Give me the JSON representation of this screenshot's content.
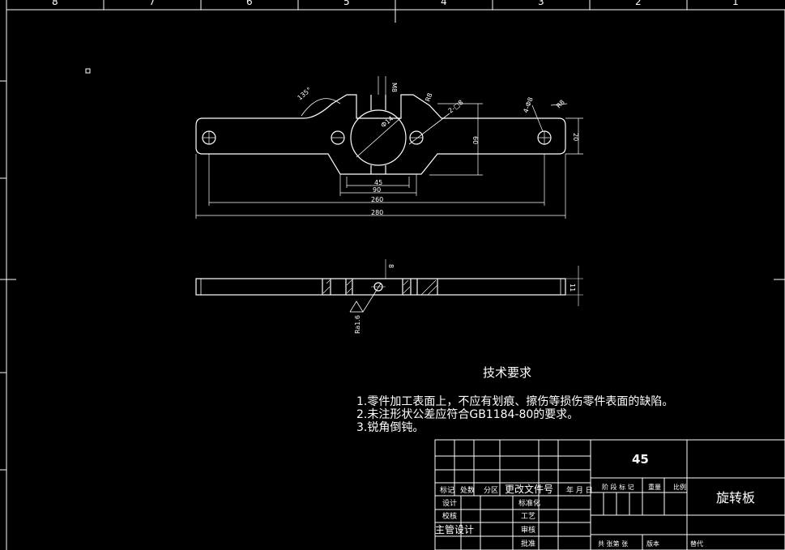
{
  "grid_numbers": [
    "8",
    "7",
    "6",
    "5",
    "4",
    "3",
    "2",
    "1"
  ],
  "dimensions": {
    "angle": "135°",
    "m": "M8",
    "r": "R8",
    "c_top": "4-Ф8",
    "hole": "2-□8",
    "diam": "Ф14",
    "d45": "45",
    "d90": "90",
    "d260": "260",
    "d280": "280",
    "h60": "60",
    "h20": "20",
    "slot": "8",
    "thk": "11",
    "surf": "Ra1.6"
  },
  "notes": {
    "title": "技术要求",
    "line1": "1.零件加工表面上，不应有划痕、擦伤等损伤零件表面的缺陷。",
    "line2": "2.未注形状公差应符合GB1184-80的要求。",
    "line3": "3.锐角倒钝。"
  },
  "title_block": {
    "material": "45",
    "part_name": "旋转板",
    "row_labels": [
      "标记",
      "处数",
      "分区",
      "更改文件号",
      "年 月 日"
    ],
    "left_rows": [
      "设计",
      "校核",
      "主管设计"
    ],
    "mid_rows": [
      "标准化",
      "工艺",
      "审核",
      "批准"
    ],
    "right_headers": [
      "阶 段 标 记",
      "重量",
      "比例"
    ],
    "bottom": [
      "共 张第 张",
      "版本",
      "替代"
    ]
  }
}
